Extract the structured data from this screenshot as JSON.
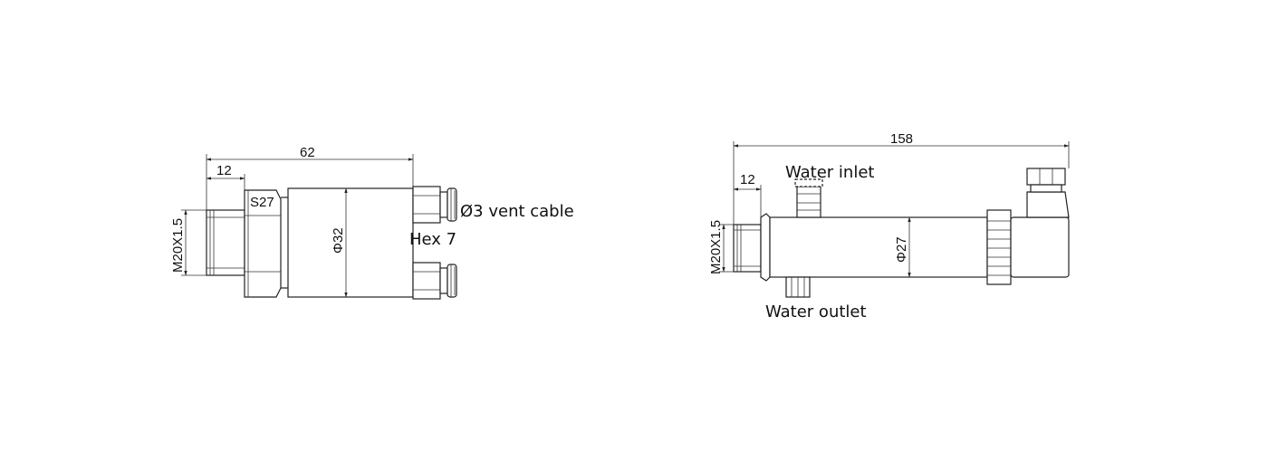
{
  "left_view": {
    "dim_overall": "62",
    "dim_thread_length": "12",
    "thread_spec": "M20X1.5",
    "hex_size": "S27",
    "body_diameter": "Φ32",
    "vent_cable": "Ø3 vent cable",
    "hex_small": "Hex 7"
  },
  "right_view": {
    "dim_overall": "158",
    "dim_thread_length": "12",
    "thread_spec": "M20X1.5",
    "body_diameter": "Φ27",
    "water_inlet": "Water inlet",
    "water_outlet": "Water outlet"
  }
}
